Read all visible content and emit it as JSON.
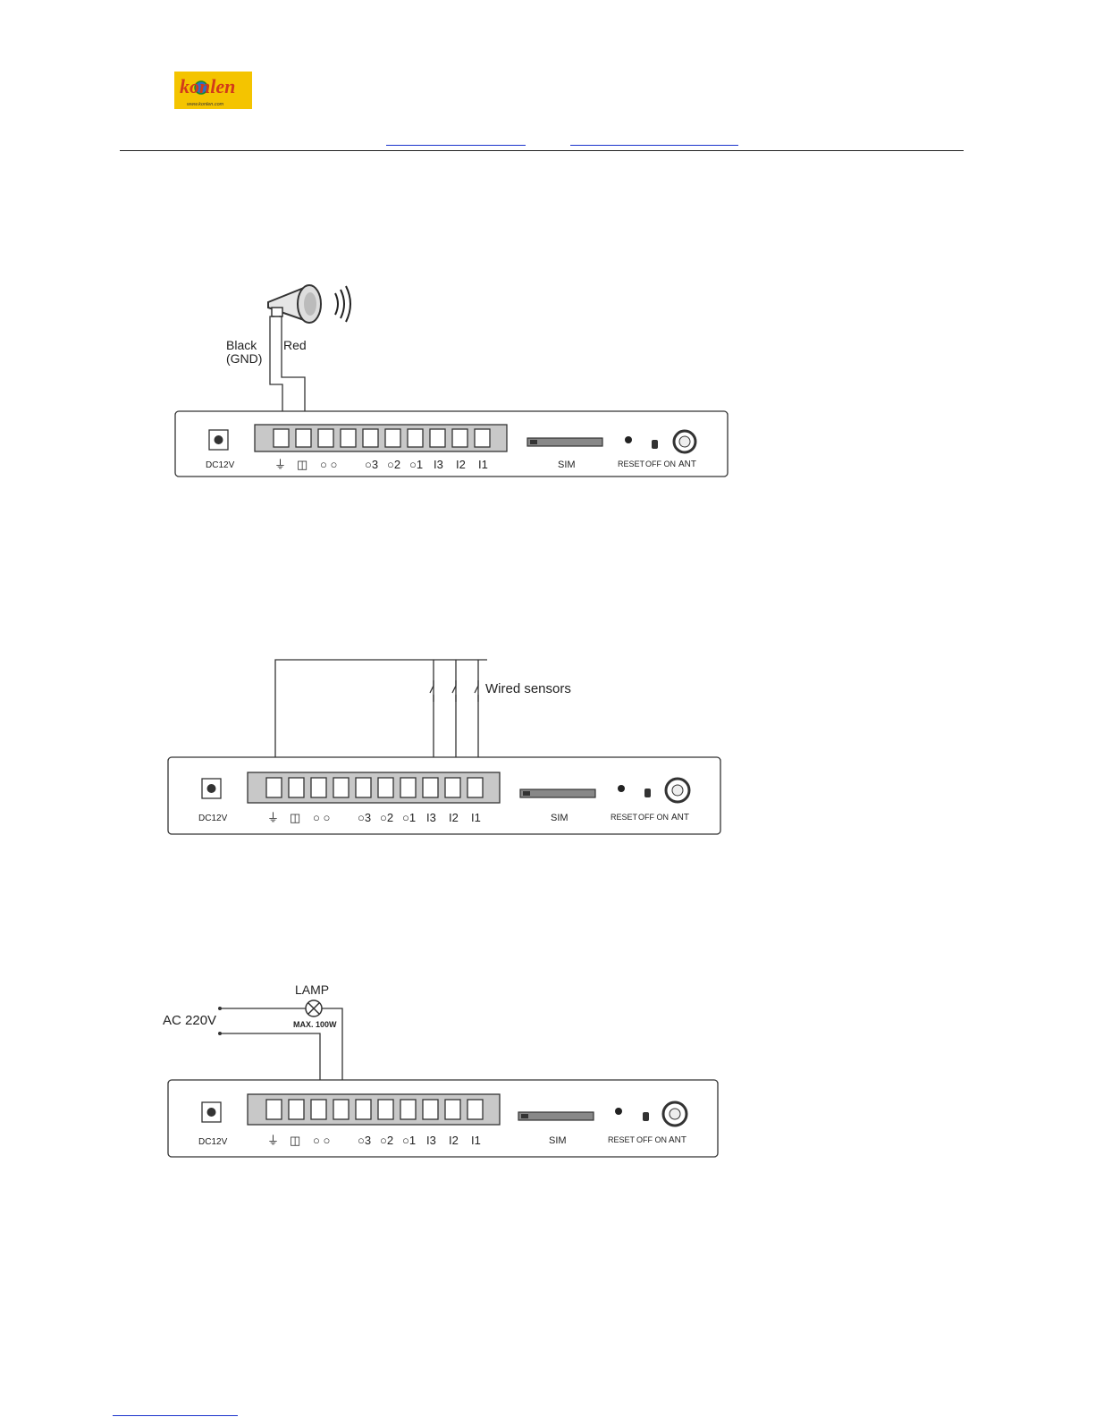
{
  "header": {
    "logo_text": "konlen",
    "logo_subtext": "www.konlen.com"
  },
  "device_labels": {
    "power": "DC12V",
    "terminals": [
      "⏚",
      "◫",
      "○  ○",
      "○3",
      "○2",
      "○1",
      "I3",
      "I2",
      "I1"
    ],
    "sim": "SIM",
    "reset": "RESET",
    "switch": "OFF ON",
    "antenna": "ANT"
  },
  "diagram1": {
    "wire_black": "Black",
    "wire_black_sub": "(GND)",
    "wire_red": "Red"
  },
  "diagram2": {
    "sensors": "Wired sensors"
  },
  "diagram3": {
    "lamp": "LAMP",
    "lamp_rating": "MAX. 100W",
    "mains": "AC 220V"
  },
  "colors": {
    "logo_bg": "#f4c400",
    "link_blue": "#1a33cc",
    "terminal_block": "#c8c8c8"
  }
}
